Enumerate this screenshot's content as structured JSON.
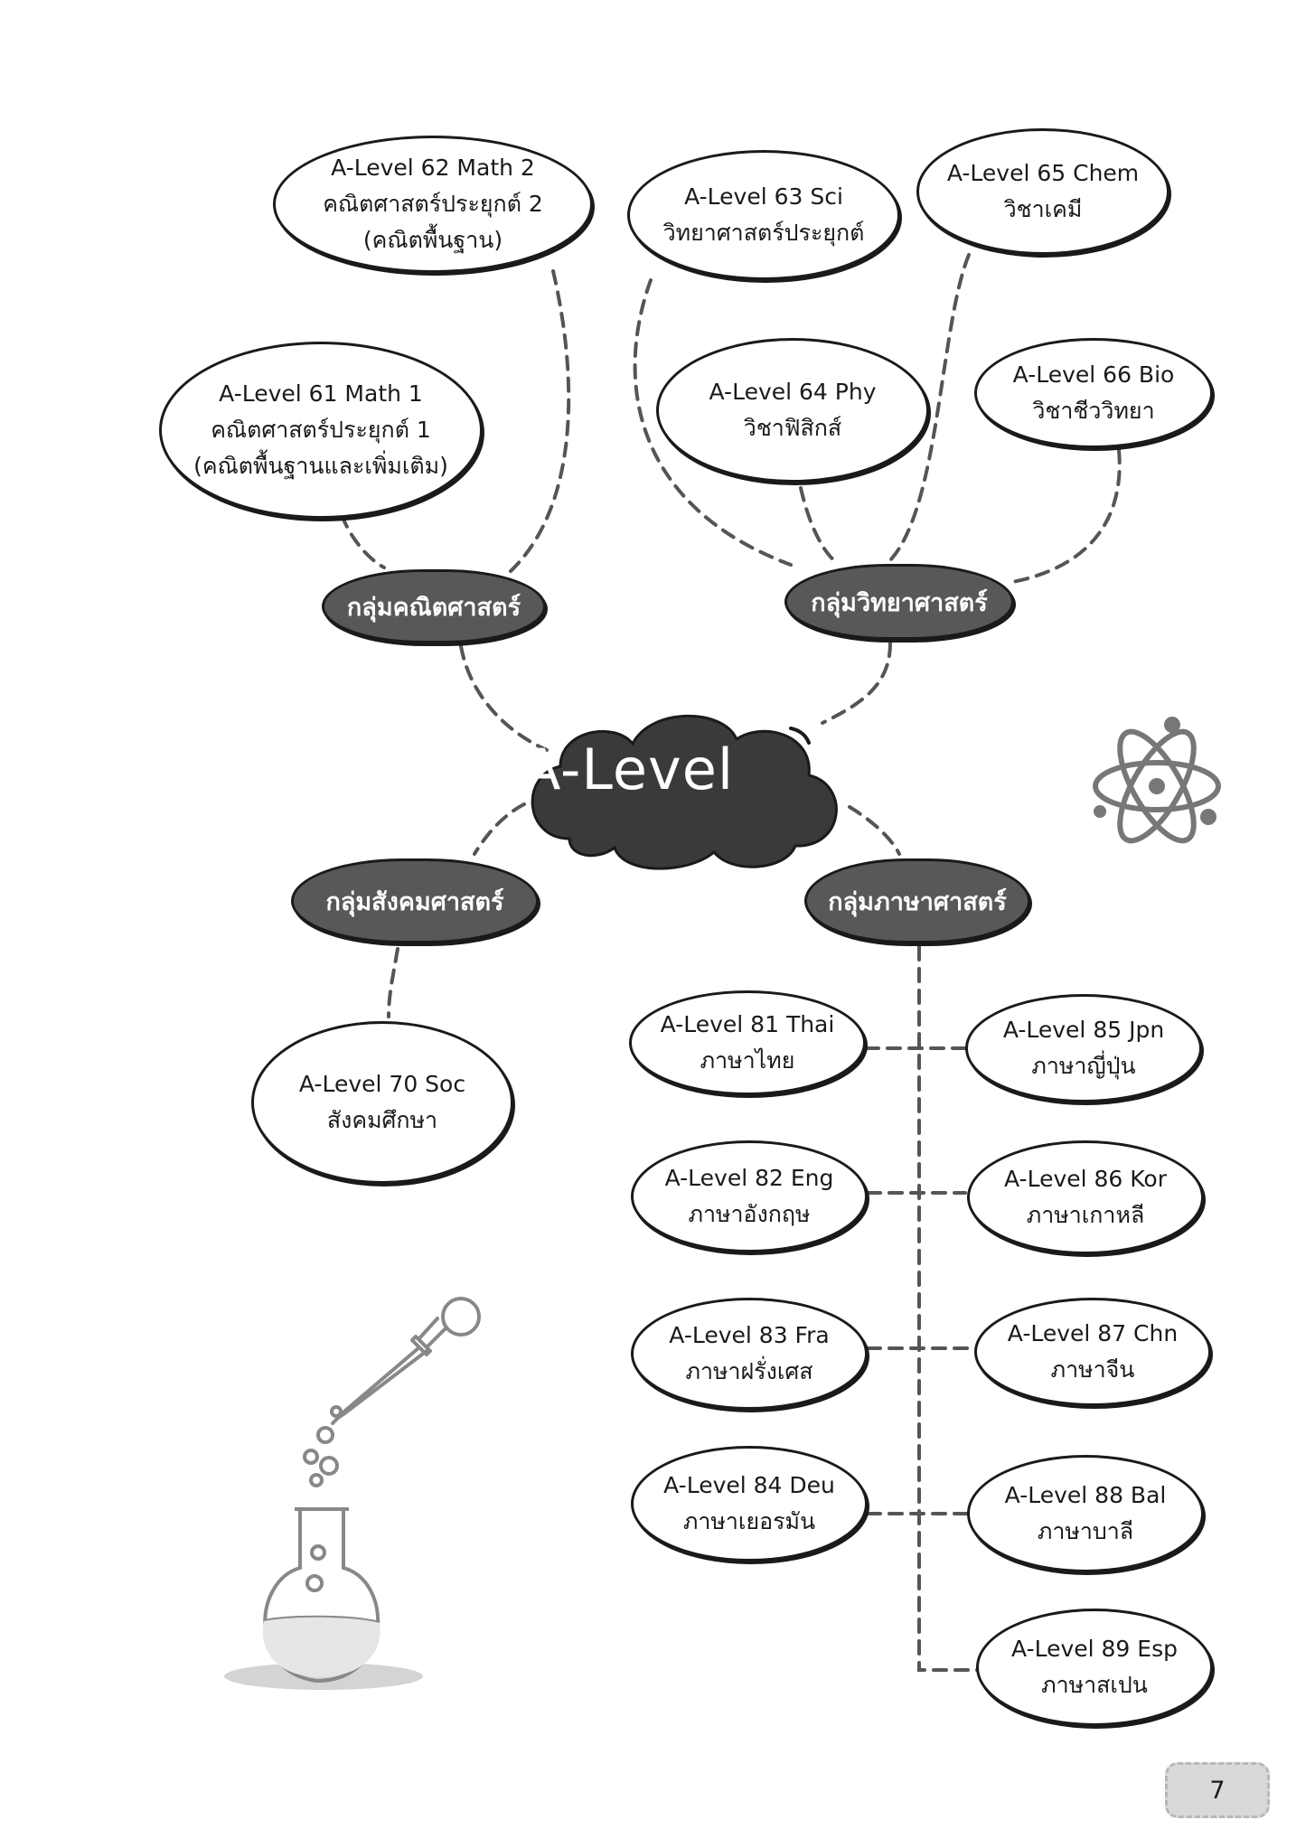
{
  "center": {
    "label": "A-Level"
  },
  "groups": {
    "math": "กลุ่มคณิตศาสตร์",
    "science": "กลุ่มวิทยาศาสตร์",
    "social": "กลุ่มสังคมศาสตร์",
    "language": "กลุ่มภาษาศาสตร์"
  },
  "subjects": {
    "s62": {
      "line1": "A-Level 62 Math 2",
      "line2": "คณิตศาสตร์ประยุกต์ 2",
      "line3": "(คณิตพื้นฐาน)"
    },
    "s61": {
      "line1": "A-Level 61 Math 1",
      "line2": "คณิตศาสตร์ประยุกต์ 1",
      "line3": "(คณิตพื้นฐานและเพิ่มเติม)"
    },
    "s63": {
      "line1": "A-Level 63 Sci",
      "line2": "วิทยาศาสตร์ประยุกต์"
    },
    "s65": {
      "line1": "A-Level 65 Chem",
      "line2": "วิชาเคมี"
    },
    "s64": {
      "line1": "A-Level 64 Phy",
      "line2": "วิชาฟิสิกส์"
    },
    "s66": {
      "line1": "A-Level 66 Bio",
      "line2": "วิชาชีววิทยา"
    },
    "s70": {
      "line1": "A-Level 70 Soc",
      "line2": "สังคมศึกษา"
    },
    "s81": {
      "line1": "A-Level 81 Thai",
      "line2": "ภาษาไทย"
    },
    "s82": {
      "line1": "A-Level 82 Eng",
      "line2": "ภาษาอังกฤษ"
    },
    "s83": {
      "line1": "A-Level 83 Fra",
      "line2": "ภาษาฝรั่งเศส"
    },
    "s84": {
      "line1": "A-Level 84 Deu",
      "line2": "ภาษาเยอรมัน"
    },
    "s85": {
      "line1": "A-Level 85 Jpn",
      "line2": "ภาษาญี่ปุ่น"
    },
    "s86": {
      "line1": "A-Level 86 Kor",
      "line2": "ภาษาเกาหลี"
    },
    "s87": {
      "line1": "A-Level 87 Chn",
      "line2": "ภาษาจีน"
    },
    "s88": {
      "line1": "A-Level 88 Bal",
      "line2": "ภาษาบาลี"
    },
    "s89": {
      "line1": "A-Level 89 Esp",
      "line2": "ภาษาสเปน"
    }
  },
  "page_number": "7",
  "icons": [
    "atom-icon",
    "dropper-icon",
    "flask-icon"
  ],
  "colors": {
    "group_fill": "#58585a",
    "center_fill": "#3a3a3c",
    "line": "#1a1a1a"
  }
}
